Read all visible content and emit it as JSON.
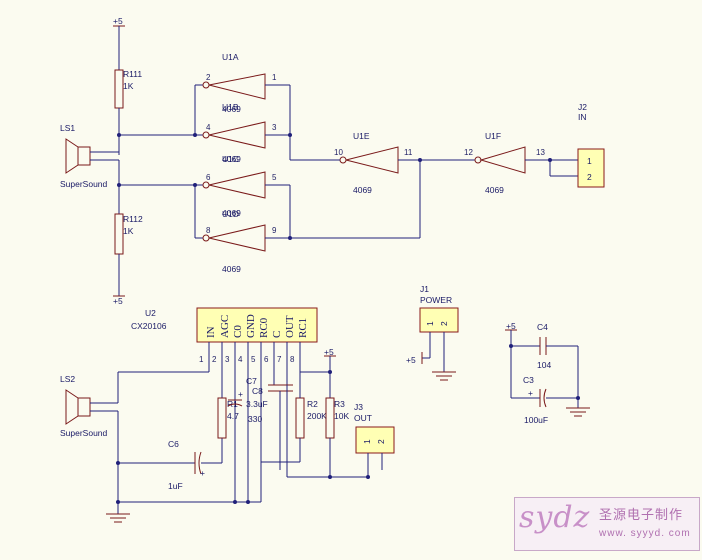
{
  "components": {
    "ls1": {
      "ref": "LS1",
      "value": "SuperSound"
    },
    "ls2": {
      "ref": "LS2",
      "value": "SuperSound"
    },
    "r111": {
      "ref": "R111",
      "value": "1K"
    },
    "r112": {
      "ref": "R112",
      "value": "1K"
    },
    "u1a": {
      "ref": "U1A",
      "value": "4069"
    },
    "u1b": {
      "ref": "U1B",
      "value": "4069"
    },
    "u1c": {
      "ref": "U1C",
      "value": "4069"
    },
    "u1d": {
      "ref": "U1D",
      "value": "4069"
    },
    "u1e": {
      "ref": "U1E",
      "value": "4069"
    },
    "u1f": {
      "ref": "U1F",
      "value": "4069"
    },
    "j2": {
      "ref": "J2",
      "value": "IN",
      "pins": [
        "1",
        "2"
      ]
    },
    "j1": {
      "ref": "J1",
      "value": "POWER",
      "pins": [
        "1",
        "2"
      ]
    },
    "j3": {
      "ref": "J3",
      "value": "OUT",
      "pins": [
        "1",
        "2"
      ]
    },
    "u2": {
      "ref": "U2",
      "value": "CX20106",
      "pin_names": [
        "IN",
        "AGC",
        "C0",
        "GND",
        "RC0",
        "C",
        "OUT",
        "RC1"
      ],
      "pin_numbers": [
        "1",
        "2",
        "3",
        "4",
        "5",
        "6",
        "7",
        "8"
      ]
    },
    "c4": {
      "ref": "C4",
      "value": "104"
    },
    "c3": {
      "ref": "C3",
      "value": "100uF"
    },
    "c6": {
      "ref": "C6",
      "value": "1uF"
    },
    "c7": {
      "ref": "C7",
      "value": "3.3uF"
    },
    "c8": {
      "ref": "C8",
      "value": "330"
    },
    "r1": {
      "ref": "R1",
      "value": "4.7"
    },
    "r2": {
      "ref": "R2",
      "value": "200K"
    },
    "r3": {
      "ref": "R3",
      "value": "10K"
    }
  },
  "gate_pins": {
    "u1a": [
      "2",
      "1"
    ],
    "u1b": [
      "4",
      "3"
    ],
    "u1c": [
      "6",
      "5"
    ],
    "u1d": [
      "8",
      "9"
    ],
    "u1e": [
      "10",
      "11"
    ],
    "u1f": [
      "12",
      "13"
    ]
  },
  "power": {
    "vcc_label": "+5"
  },
  "polarity": {
    "plus": "+"
  },
  "watermark": {
    "logo": "sydz",
    "name_cn": "圣源电子制作",
    "url": "www. syyyd. com"
  }
}
